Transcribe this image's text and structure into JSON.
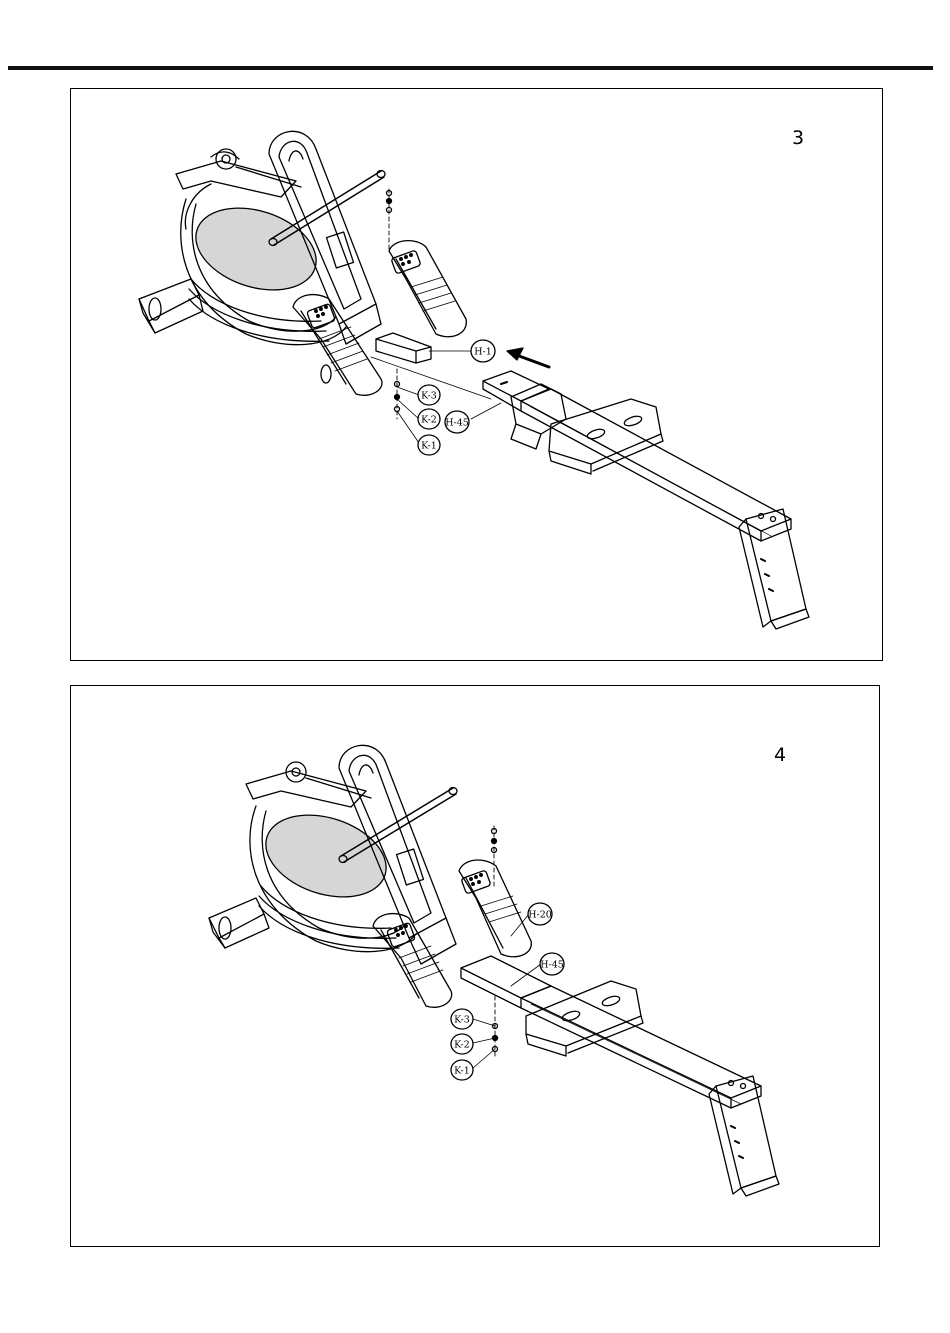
{
  "steps": [
    {
      "number": "3",
      "callouts": {
        "rail_connector": "H-1",
        "rail_cap": "H-45",
        "washer": "K-3",
        "spring_washer": "K-2",
        "bolt": "K-1"
      }
    },
    {
      "number": "4",
      "callouts": {
        "foot_pedal": "H-20",
        "rail_cap": "H-45",
        "washer": "K-3",
        "spring_washer": "K-2",
        "bolt": "K-1"
      }
    }
  ]
}
